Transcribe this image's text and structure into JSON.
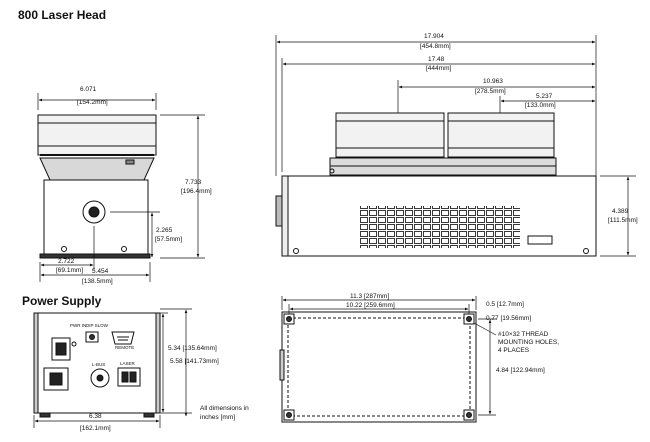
{
  "headings": {
    "laser_head": "800 Laser Head",
    "power_supply": "Power Supply"
  },
  "laser_front": {
    "width_in": "6.071",
    "width_mm": "[154.2mm]",
    "height_in": "7.733",
    "height_mm": "[196.4mm]",
    "port_h_in": "2.265",
    "port_h_mm": "[57.5mm]",
    "port_w_in": "2.722",
    "port_w_mm": "[69.1mm]",
    "base_w_in": "5.454",
    "base_w_mm": "[138.5mm]"
  },
  "laser_side": {
    "length_in": "17.904",
    "length_mm": "[454.8mm]",
    "l2_in": "17.48",
    "l2_mm": "[444mm]",
    "l3_in": "10.963",
    "l3_mm": "[278.5mm]",
    "l4_in": "5.237",
    "l4_mm": "[133.0mm]",
    "h_in": "4.389",
    "h_mm": "[111.5mm]"
  },
  "psu_front": {
    "h1": "5.34 [135.64mm]",
    "h2": "5.58 [141.73mm]",
    "w_in": "6.38",
    "w_mm": "[162.1mm]",
    "lbl_a": "PWR IN",
    "lbl_b": "DIP SLOW",
    "lbl_c": "REMOTE",
    "lbl_d": "L-BUS",
    "lbl_e": "LASER"
  },
  "psu_top": {
    "w1": "11.3 [287mm]",
    "w2": "10.22 [259.6mm]",
    "e1": "0.5 [12.7mm]",
    "e2": "0.77 [19.56mm]",
    "h": "4.84 [122.94mm]",
    "hole_note_1": "#10×32 THREAD",
    "hole_note_2": "MOUNTING HOLES,",
    "hole_note_3": "4 PLACES"
  },
  "footnote": {
    "line1": "All dimensions in",
    "line2": "inches [mm]"
  }
}
